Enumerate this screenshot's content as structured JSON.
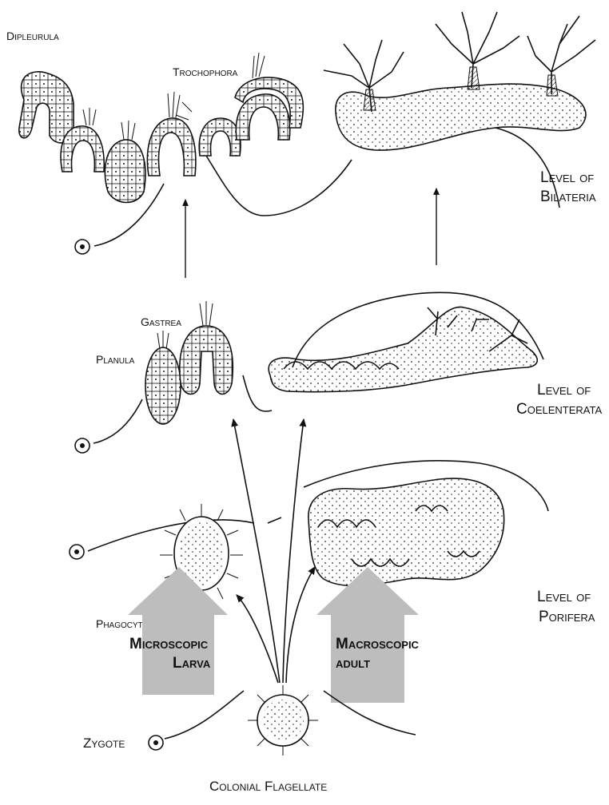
{
  "labels": {
    "dipleurula": "Dipleurula",
    "trochophora": "Trochophora",
    "level_bilateria_1": "Level of",
    "level_bilateria_2": "Bilateria",
    "gastrea": "Gastrea",
    "planula": "Planula",
    "level_coelenterata_1": "Level of",
    "level_coelenterata_2": "Coelenterata",
    "phagocytella": "Phagocytella",
    "level_porifera_1": "Level of",
    "level_porifera_2": "Porifera",
    "microscopic_1": "Microscopic",
    "microscopic_2": "Larva",
    "macroscopic_1": "Macroscopic",
    "macroscopic_2": "adult",
    "zygote": "Zygote",
    "colonial_flagellate": "Colonial Flagellate"
  },
  "colors": {
    "ink": "#111111",
    "arrow_gray": "#bdbdbd",
    "paper": "#ffffff"
  }
}
